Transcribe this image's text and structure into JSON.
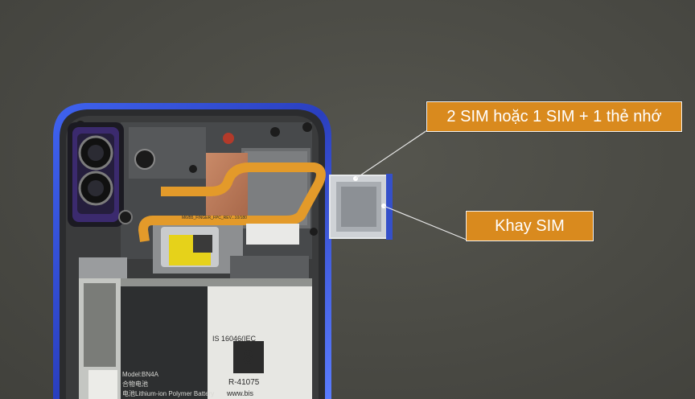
{
  "labels": {
    "sim_card_callout": "2 SIM hoặc 1 SIM + 1 thẻ nhớ",
    "tray_callout": "Khay SIM"
  },
  "battery": {
    "model": "Model:BN4A",
    "chinese_line": "合物电池",
    "type_line": "电池Lithium-ion Polymer Battery",
    "standard": "IS 16046(IEC",
    "registration": "R-41075",
    "website": "www.bis"
  },
  "flex_cable_text": "M6/B5_FINGER_FPC_REV...10/180",
  "colors": {
    "background": "#4a4a44",
    "callout_fill": "#d98a1e",
    "callout_text": "#ffffff",
    "phone_frame": "#2f4fd8",
    "flex_cable": "#e39a2a"
  }
}
